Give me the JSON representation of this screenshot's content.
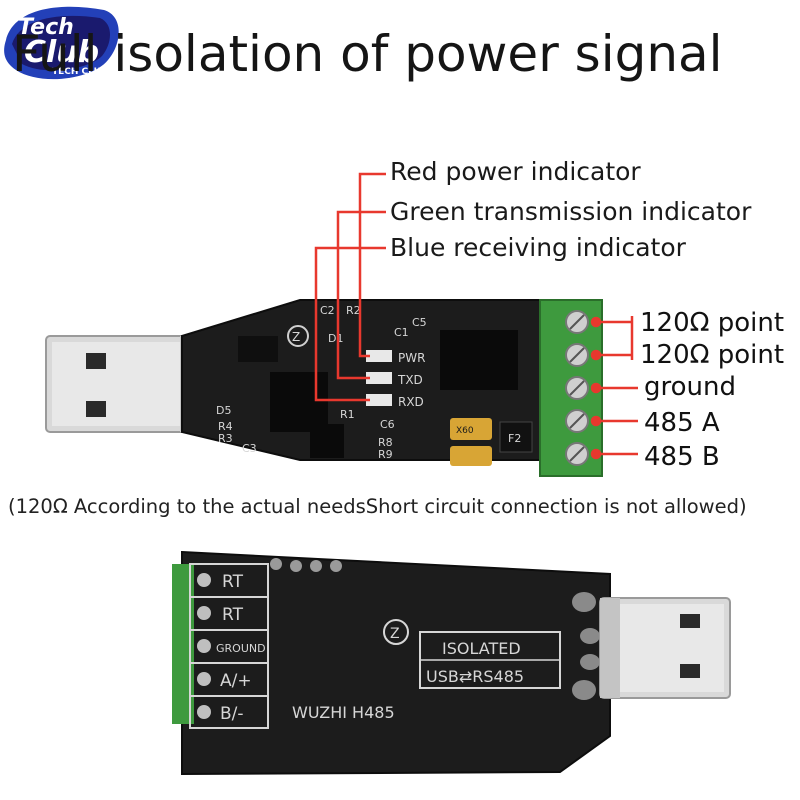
{
  "title": "Full isolation of power signal",
  "brand": {
    "line1": "Tech",
    "line2": "Club",
    "subtitle": "TECH CLUB"
  },
  "indicators": [
    {
      "label": "Red power indicator",
      "color": "#e8382e"
    },
    {
      "label": "Green transmission indicator",
      "color": "#e8382e"
    },
    {
      "label": "Blue receiving indicator",
      "color": "#e8382e"
    }
  ],
  "led_silkscreen": [
    "PWR",
    "TXD",
    "RXD"
  ],
  "terminals": [
    {
      "label": "120Ω point"
    },
    {
      "label": "120Ω point"
    },
    {
      "label": "ground"
    },
    {
      "label": "485  A"
    },
    {
      "label": "485  B"
    }
  ],
  "top_board_silkscreen": {
    "components": [
      "C2",
      "R2",
      "D1",
      "C1",
      "C5",
      "R1",
      "C6",
      "R8",
      "R9",
      "D5",
      "R4",
      "R3",
      "C3",
      "F2",
      "X60"
    ]
  },
  "note": "(120Ω According to the actual needsShort circuit connection is not allowed)",
  "bottom_board": {
    "terminals": [
      "RT",
      "RT",
      "GROUND",
      "A/+",
      "B/-"
    ],
    "isolated_label": "ISOLATED",
    "interface_label": "USB⇄RS485",
    "model": "WUZHI  H485"
  }
}
